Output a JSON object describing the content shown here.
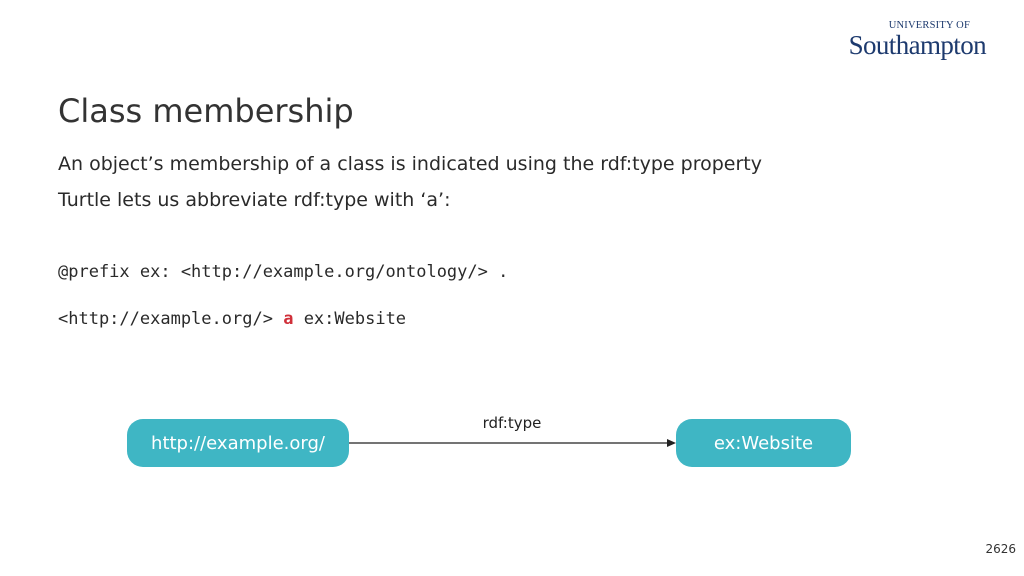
{
  "logo": {
    "top": "UNIVERSITY OF",
    "main": "Southampton"
  },
  "slide": {
    "title": "Class membership",
    "lines": [
      "An object’s membership of a class is indicated using the rdf:type property",
      "Turtle lets us abbreviate rdf:type with ‘a’:"
    ]
  },
  "code": {
    "line1": "@prefix ex: <http://example.org/ontology/> .",
    "line2_subject": "<http://example.org/>",
    "line2_keyword": "a",
    "line2_object": "ex:Website"
  },
  "diagram": {
    "subject": "http://example.org/",
    "predicate": "rdf:type",
    "object": "ex:Website",
    "node_color": "#3fb6c4"
  },
  "page_number": "2626"
}
